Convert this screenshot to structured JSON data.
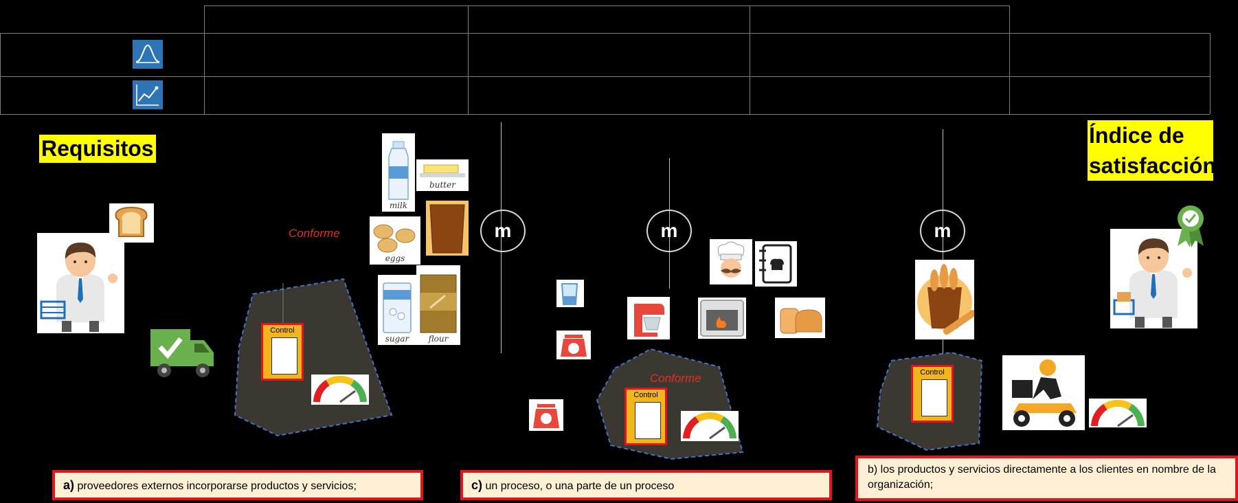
{
  "titles": {
    "requisitos": "Requisitos",
    "indice": "Índice de satisfacción"
  },
  "conforme_labels": [
    "Conforme",
    "Conforme"
  ],
  "m_labels": [
    "m",
    "m",
    "m"
  ],
  "food_labels": {
    "milk": "milk",
    "butter": "butter",
    "eggs": "eggs",
    "sugar": "sugar",
    "flour": "flour"
  },
  "control_label": "Control",
  "notes": {
    "a_letter": "a)",
    "a_text": "proveedores externos incorporarse productos y servicios;",
    "c_letter": "c)",
    "c_text": "un proceso, o una parte de un proceso",
    "b_text": "b) los productos y servicios directamente a los clientes en nombre de la organización;"
  },
  "colors": {
    "highlight": "#ffff00",
    "note_border": "#e3141c",
    "note_fill": "#fdf0d5",
    "conforme": "#e0301e",
    "blob_fill": "#3b3731",
    "blob_border": "#4472c4",
    "truck": "#6ab04c",
    "icon_blue": "#2e75b6"
  },
  "icons": [
    "bell-curve-icon",
    "trend-chart-icon",
    "businessman-icon",
    "bread-icon",
    "delivery-truck-icon",
    "chef-icon",
    "recipe-book-icon",
    "mixer-icon",
    "oven-icon",
    "bread-loaf-icon",
    "measuring-cup-icon",
    "kitchen-scale-icon",
    "bread-bag-icon",
    "delivery-scooter-icon",
    "award-ribbon-icon",
    "gauge-icon"
  ]
}
